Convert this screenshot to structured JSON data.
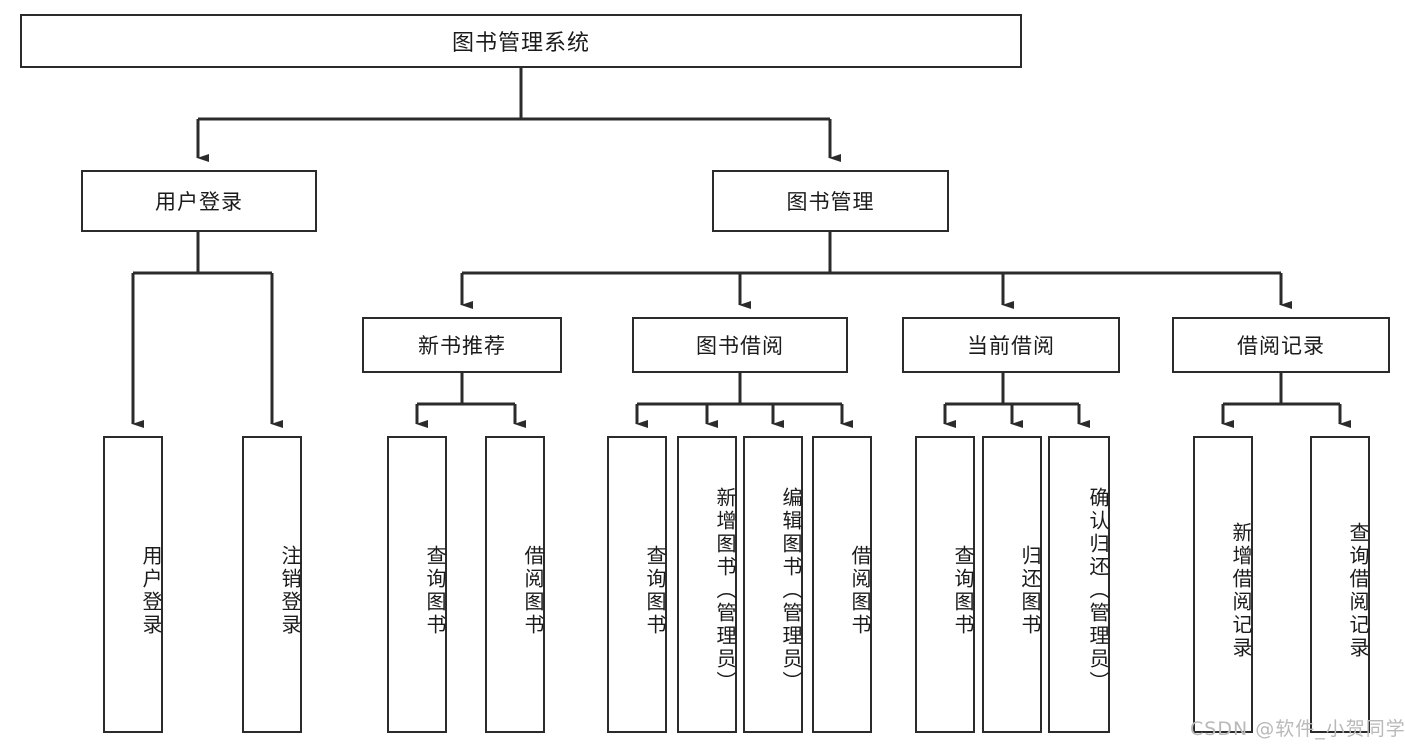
{
  "diagram": {
    "type": "tree",
    "title": "图书管理系统",
    "watermark": "CSDN @软件_小贺同学",
    "colors": {
      "box_border": "#2b2b2b",
      "box_fill": "#ffffff",
      "connector": "#2b2b2b",
      "text": "#1b1b1b",
      "watermark": "#b9b9b9"
    },
    "nodes": {
      "root": {
        "label": "图书管理系统"
      },
      "level2": [
        {
          "id": "user-login",
          "label": "用户登录"
        },
        {
          "id": "book-manage",
          "label": "图书管理"
        }
      ],
      "level3": [
        {
          "id": "new-book-recommend",
          "label": "新书推荐"
        },
        {
          "id": "book-borrow",
          "label": "图书借阅"
        },
        {
          "id": "current-borrow",
          "label": "当前借阅"
        },
        {
          "id": "borrow-record",
          "label": "借阅记录"
        }
      ],
      "leaves": {
        "user-login": [
          {
            "id": "leaf-user-login",
            "label": "用户登录"
          },
          {
            "id": "leaf-logout-login",
            "label": "注销登录"
          }
        ],
        "new-book-recommend": [
          {
            "id": "leaf-query-book-1",
            "label": "查询图书"
          },
          {
            "id": "leaf-borrow-book-1",
            "label": "借阅图书"
          }
        ],
        "book-borrow": [
          {
            "id": "leaf-query-book-2",
            "label": "查询图书"
          },
          {
            "id": "leaf-add-book",
            "label": "新增图书（管理员）"
          },
          {
            "id": "leaf-edit-book",
            "label": "编辑图书（管理员）"
          },
          {
            "id": "leaf-borrow-book-2",
            "label": "借阅图书"
          }
        ],
        "current-borrow": [
          {
            "id": "leaf-query-book-3",
            "label": "查询图书"
          },
          {
            "id": "leaf-return-book",
            "label": "归还图书"
          },
          {
            "id": "leaf-confirm-return",
            "label": "确认归还（管理员）"
          }
        ],
        "borrow-record": [
          {
            "id": "leaf-add-record",
            "label": "新增借阅记录"
          },
          {
            "id": "leaf-query-record",
            "label": "查询借阅记录"
          }
        ]
      }
    }
  }
}
